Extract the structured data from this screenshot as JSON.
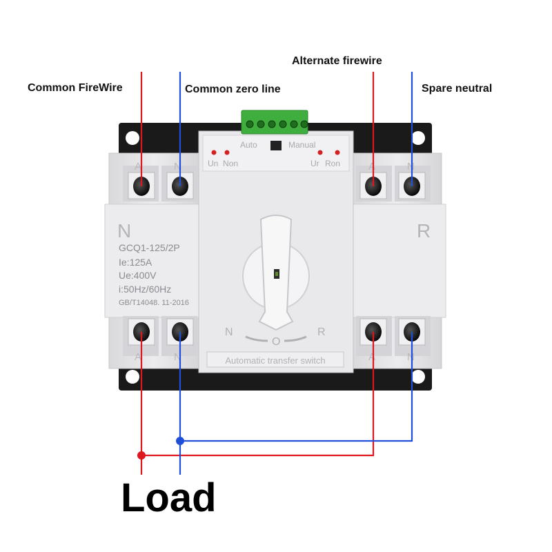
{
  "labels": {
    "common_firewire": "Common FireWire",
    "common_zero_line": "Common zero line",
    "alternate_firewire": "Alternate firewire",
    "spare_neutral": "Spare neutral",
    "load": "Load"
  },
  "device": {
    "left_panel_letter": "N",
    "right_panel_letter": "R",
    "model": "GCQ1-125/2P",
    "current_rating": "Ie:125A",
    "voltage_rating": "Ue:400V",
    "frequency": "i:50Hz/60Hz",
    "standard": "GB/T14048. 11-2016",
    "mode_auto": "Auto",
    "mode_manual": "Manual",
    "led_un": "Un",
    "led_non": "Non",
    "led_ur": "Ur",
    "led_ron": "Ron",
    "terminal_a": "A",
    "terminal_n": "N",
    "dial_n": "N",
    "dial_o": "O",
    "dial_r": "R",
    "plate": "Automatic transfer switch"
  },
  "colors": {
    "fire_wire": "#e0161e",
    "neutral_wire": "#1f4fd8",
    "body": "#e6e6e8",
    "mount_plate": "#1a1a1a",
    "connector": "#3fae3f",
    "led": "#d42020"
  }
}
